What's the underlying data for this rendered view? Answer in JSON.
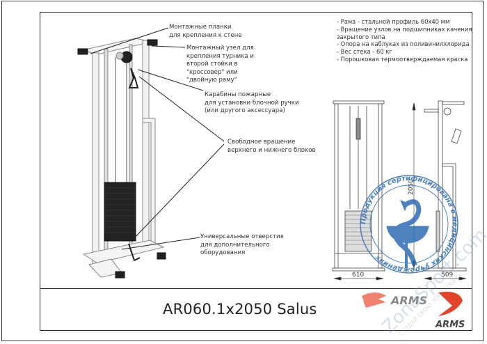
{
  "callouts": [
    {
      "text": "Монтажные планки\n для крепления к стене"
    },
    {
      "text": "Монтажный узел для\nкрепления турника и\nвторой стойки в\n\"кроссовер\" или\n\"двойную раму\""
    },
    {
      "text": "Карабины пожарные\nдля установки блочной ручки\n(или другого аксессуара)"
    },
    {
      "text": "Свободное вращение\nверхнего и нижнего блоков"
    },
    {
      "text": "Универсальные отверстия\nдля дополнительного\nоборудования"
    }
  ],
  "specs": [
    "- Рама - стальной профиль 60x40 мм",
    "- Вращение узлов на подшипниках качения",
    "закрытого типа",
    "- Опора на каблуках из поливинилхлорида",
    "- Вес стека - 60 кг",
    "- Порошковая термоотверждаемая краска"
  ],
  "dimensions": {
    "height": "2050",
    "width_front": "610",
    "width_side": "509"
  },
  "title": "AR060.1x2050 Salus",
  "stamp": {
    "text": "Продукция сертифицирована в медицинских учреждениях",
    "color": "#2f6db5",
    "icon": "caduceus-bowl-snake"
  },
  "brand": {
    "logo_text": "ARMS",
    "accent": "#e0452b"
  },
  "watermark": {
    "text": "ZonaSport.com",
    "subtext": "СОЗДАЙ СВОЮ ЗОНУ СПОРТА"
  }
}
